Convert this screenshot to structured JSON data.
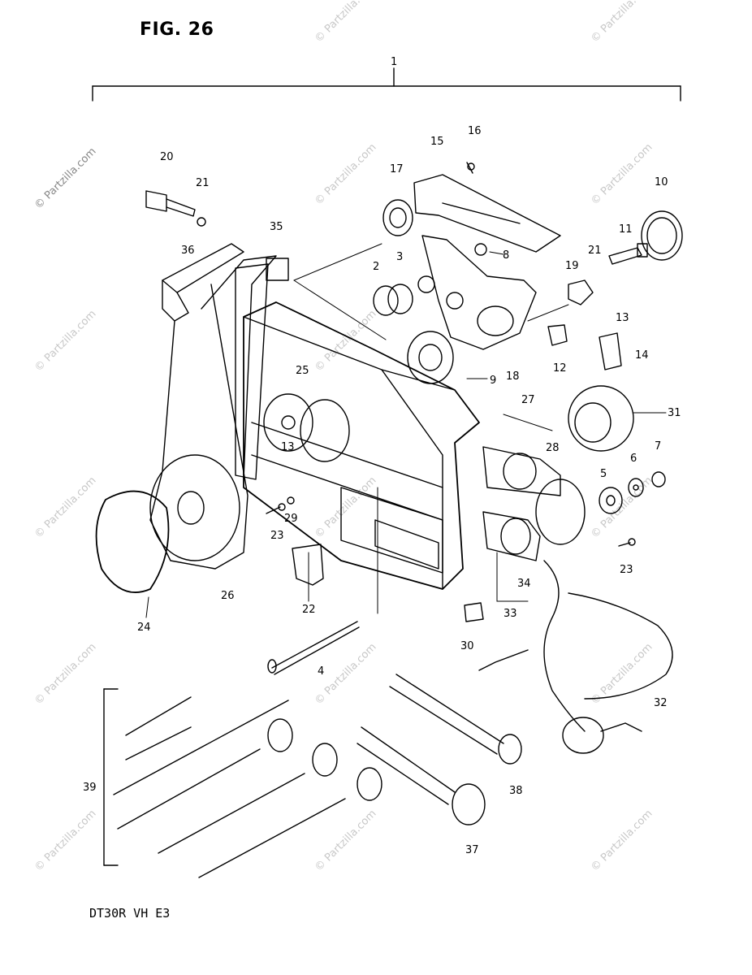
{
  "figure": {
    "title": "FIG. 26",
    "model_code": "DT30R VH E3"
  },
  "watermark": {
    "text": "© Partzilla.com"
  },
  "callouts": [
    "1",
    "2",
    "3",
    "4",
    "5",
    "6",
    "7",
    "8",
    "9",
    "10",
    "11",
    "12",
    "13",
    "14",
    "15",
    "16",
    "17",
    "18",
    "19",
    "20",
    "21",
    "22",
    "23",
    "24",
    "25",
    "26",
    "27",
    "28",
    "29",
    "30",
    "31",
    "32",
    "33",
    "34",
    "35",
    "36",
    "37",
    "38",
    "39"
  ],
  "colors": {
    "ink": "#000000",
    "paper": "#ffffff",
    "watermark": "#c8c8c8"
  }
}
